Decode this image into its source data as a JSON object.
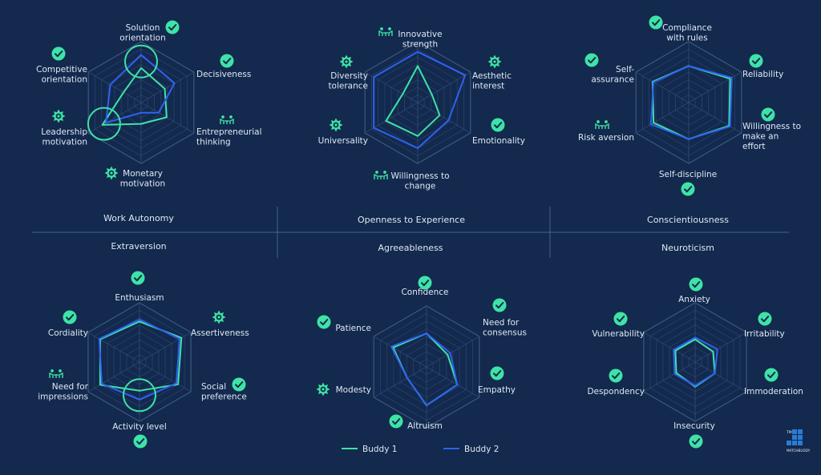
{
  "colors": {
    "background": "#13294d",
    "buddy1": "#3ee3a7",
    "buddy2": "#2f62f0",
    "grid": "#233e67",
    "icon_green": "#3ee3a7",
    "logo": "#2a7bd8"
  },
  "sections": {
    "top": [
      "Work Autonomy",
      "Openness to Experience",
      "Conscientiousness"
    ],
    "bottom": [
      "Extraversion",
      "Agreeableness",
      "Neuroticism"
    ]
  },
  "legend": {
    "buddy1": "Buddy 1",
    "buddy2": "Buddy 2"
  },
  "logo": {
    "tm": "TM",
    "text": "MATCHBUDDY"
  },
  "chart_data": [
    {
      "type": "radar",
      "title": "Work Autonomy",
      "range": [
        0,
        6
      ],
      "axes": [
        "Solution orientation",
        "Decisiveness",
        "Entrepreneurial thinking",
        "Monetary motivation",
        "Leadership motivation",
        "Competitive orientation"
      ],
      "icons": [
        "check",
        "check",
        "people",
        "star",
        "star",
        "check"
      ],
      "highlight_axes": [
        0,
        4
      ],
      "series": [
        {
          "name": "Buddy 1",
          "values": [
            3.4,
            2.7,
            2.9,
            2.1,
            4.4,
            2.0
          ]
        },
        {
          "name": "Buddy 2",
          "values": [
            4.7,
            3.8,
            2.0,
            1.0,
            4.0,
            3.5
          ]
        }
      ]
    },
    {
      "type": "radar",
      "title": "Openness to Experience",
      "range": [
        0,
        6
      ],
      "axes": [
        "Innovative strength",
        "Aesthetic interest",
        "Emotionality",
        "Willingness to change",
        "Universality",
        "Diversity tolerance"
      ],
      "icons": [
        "people",
        "star",
        "check",
        "people",
        "star",
        "star"
      ],
      "highlight_axes": [],
      "series": [
        {
          "name": "Buddy 1",
          "values": [
            3.6,
            1.6,
            2.5,
            3.3,
            3.6,
            1.7
          ]
        },
        {
          "name": "Buddy 2",
          "values": [
            5.0,
            5.4,
            3.5,
            4.5,
            5.0,
            5.0
          ]
        }
      ]
    },
    {
      "type": "radar",
      "title": "Conscientiousness",
      "range": [
        0,
        6
      ],
      "axes": [
        "Compliance with rules",
        "Reliability",
        "Willingness to make an effort",
        "Self-discipline",
        "Risk aversion",
        "Self-assurance"
      ],
      "icons": [
        "check",
        "check",
        "check",
        "check",
        "people",
        "check"
      ],
      "highlight_axes": [],
      "series": [
        {
          "name": "Buddy 1",
          "values": [
            3.6,
            4.7,
            4.6,
            3.6,
            4.0,
            4.1
          ]
        },
        {
          "name": "Buddy 2",
          "values": [
            3.6,
            4.9,
            4.7,
            3.6,
            4.3,
            4.0
          ]
        }
      ]
    },
    {
      "type": "radar",
      "title": "Extraversion",
      "range": [
        0,
        6
      ],
      "axes": [
        "Enthusiasm",
        "Assertiveness",
        "Social preference",
        "Activity level",
        "Need for impressions",
        "Cordiality"
      ],
      "icons": [
        "check",
        "star",
        "check",
        "check",
        "people",
        "check"
      ],
      "highlight_axes": [
        3
      ],
      "series": [
        {
          "name": "Buddy 1",
          "values": [
            4.1,
            4.9,
            4.5,
            2.9,
            4.6,
            4.6
          ]
        },
        {
          "name": "Buddy 2",
          "values": [
            4.3,
            4.7,
            4.3,
            3.8,
            4.4,
            4.7
          ]
        }
      ]
    },
    {
      "type": "radar",
      "title": "Agreeableness",
      "range": [
        0,
        6
      ],
      "axes": [
        "Confidence",
        "Need for consensus",
        "Empathy",
        "Altruism",
        "Modesty",
        "Patience"
      ],
      "icons": [
        "check",
        "check",
        "check",
        "check",
        "star",
        "check"
      ],
      "highlight_axes": [],
      "series": [
        {
          "name": "Buddy 1",
          "values": [
            3.3,
            2.4,
            3.5,
            3.8,
            2.2,
            3.8
          ]
        },
        {
          "name": "Buddy 2",
          "values": [
            3.3,
            2.7,
            3.5,
            3.8,
            2.2,
            4.0
          ]
        }
      ]
    },
    {
      "type": "radar",
      "title": "Neuroticism",
      "range": [
        0,
        6
      ],
      "axes": [
        "Anxiety",
        "Irritability",
        "Immoderation",
        "Insecurity",
        "Despondency",
        "Vulnerability"
      ],
      "icons": [
        "check",
        "check",
        "check",
        "check",
        "check",
        "check"
      ],
      "highlight_axes": [],
      "series": [
        {
          "name": "Buddy 1",
          "values": [
            2.3,
            2.1,
            2.3,
            2.5,
            2.2,
            2.3
          ]
        },
        {
          "name": "Buddy 2",
          "values": [
            2.5,
            2.6,
            2.3,
            2.4,
            2.4,
            2.5
          ]
        }
      ]
    }
  ]
}
